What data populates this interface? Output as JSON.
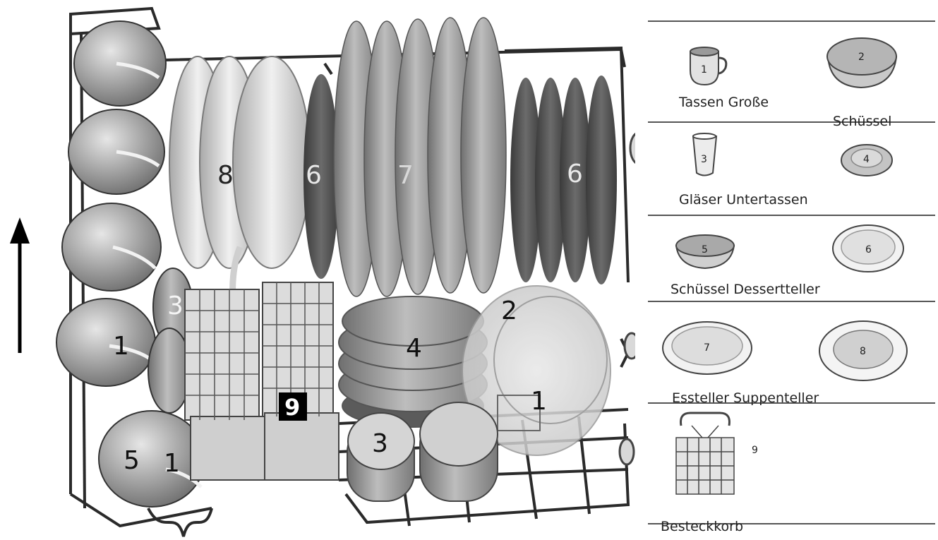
{
  "diagram": {
    "callouts": {
      "cups_1": "1",
      "cups_2": "1",
      "glasses_left": "3",
      "bowl_5": "5",
      "soup_plates": "8",
      "dessert_left": "6",
      "dinner_plates": "7",
      "dessert_right": "6",
      "saucers": "4",
      "bowl_2": "2",
      "cup_front": "1",
      "glass_front": "3",
      "cutlery_basket": "9"
    }
  },
  "legend": {
    "rows": [
      {
        "label": "Tassen Große",
        "icon_a": {
          "name": "cup-icon",
          "num": "1"
        },
        "icon_b": {
          "name": "bowl-icon",
          "num": "2"
        }
      },
      {
        "label": "Schüssel"
      },
      {
        "label": "Gläser Untertassen",
        "icon_a": {
          "name": "glass-icon",
          "num": "3"
        },
        "icon_b": {
          "name": "saucer-icon",
          "num": "4"
        }
      },
      {
        "label": "Schüssel Dessertteller",
        "icon_a": {
          "name": "small-bowl-icon",
          "num": "5"
        },
        "icon_b": {
          "name": "dessert-plate-icon",
          "num": "6"
        }
      },
      {
        "label": "Essteller Suppenteller",
        "icon_a": {
          "name": "dinner-plate-icon",
          "num": "7"
        },
        "icon_b": {
          "name": "soup-plate-icon",
          "num": "8"
        }
      },
      {
        "label": "Besteckkorb",
        "icon_a": {
          "name": "cutlery-basket-icon",
          "num": "9"
        }
      }
    ]
  }
}
